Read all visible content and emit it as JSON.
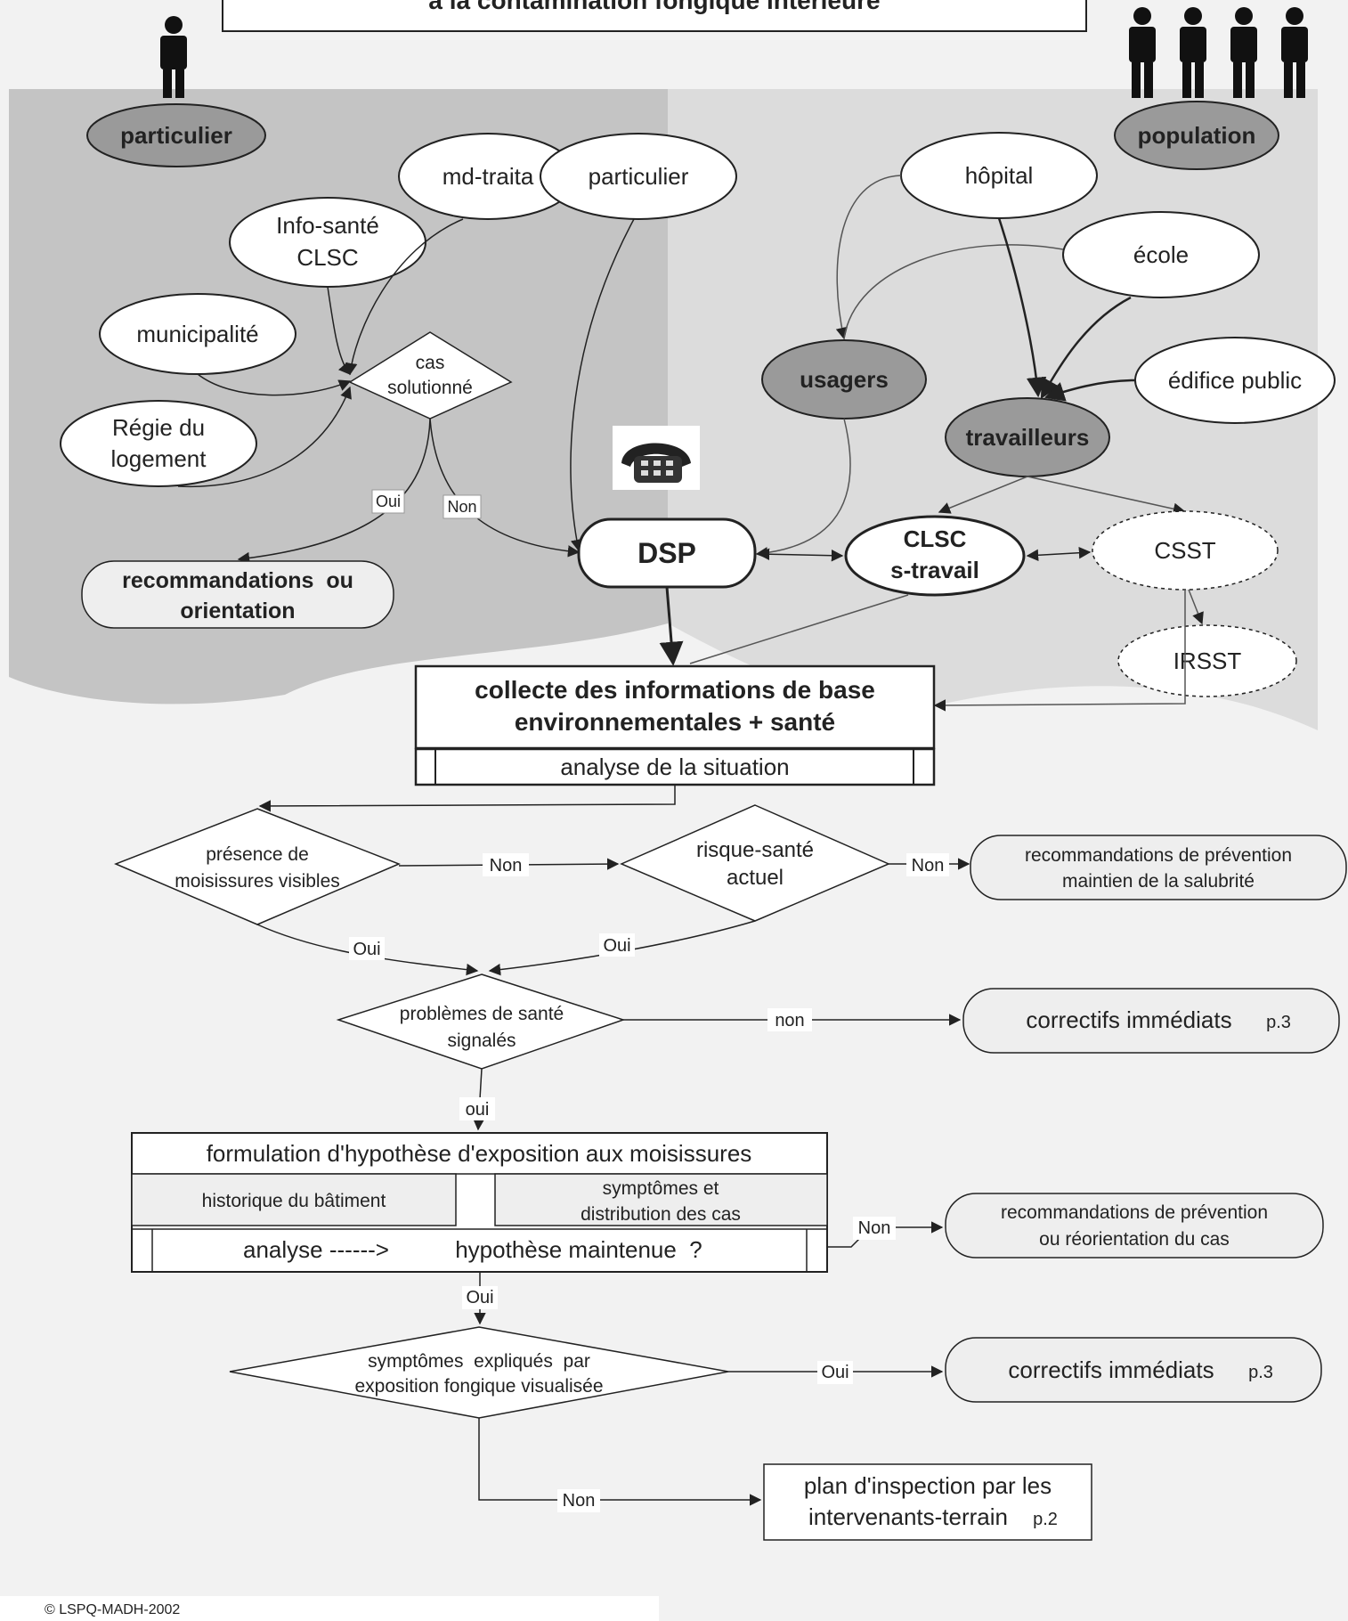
{
  "header": {
    "title_fragment": "à la contamination fongique intérieure"
  },
  "actors": {
    "individual": "particulier",
    "population": "population"
  },
  "sources_left": {
    "md_traitant": "md-traita",
    "particulier": "particulier",
    "info_sante_line1": "Info-santé",
    "info_sante_line2": "CLSC",
    "municipalite": "municipalité",
    "regie_line1": "Régie du",
    "regie_line2": "logement"
  },
  "decision_cas": {
    "line1": "cas",
    "line2": "solutionné"
  },
  "labels": {
    "oui": "Oui",
    "non": "Non",
    "non_lower": "non",
    "oui_lower": "oui"
  },
  "recommandations_orientation": {
    "line1": "recommandations  ou",
    "line2": "orientation"
  },
  "sources_right": {
    "hopital": "hôpital",
    "ecole": "école",
    "edifice_public": "édifice public",
    "usagers": "usagers",
    "travailleurs": "travailleurs"
  },
  "agencies": {
    "dsp": "DSP",
    "clsc_line1": "CLSC",
    "clsc_line2": "s-travail",
    "csst": "CSST",
    "irsst": "IRSST"
  },
  "collecte": {
    "line1": "collecte des informations de base",
    "line2": "environnementales + santé",
    "analyse": "analyse de la situation"
  },
  "decision_moisissures": {
    "line1": "présence de",
    "line2": "moisissures visibles"
  },
  "decision_risque": {
    "line1": "risque-santé",
    "line2": "actuel"
  },
  "reco_prevention_1": {
    "line1": "recommandations de prévention",
    "line2": "maintien de la salubrité"
  },
  "decision_problemes": {
    "line1": "problèmes de santé",
    "line2": "signalés"
  },
  "correctifs": {
    "label": "correctifs immédiats",
    "page": "p.3"
  },
  "hypothese": {
    "title": "formulation d'hypothèse d'exposition aux moisissures",
    "historique": "historique du bâtiment",
    "symptomes_line1": "symptômes et",
    "symptomes_line2": "distribution des cas",
    "analyse": "analyse ------>",
    "question": "hypothèse maintenue  ?"
  },
  "reco_prevention_2": {
    "line1": "recommandations de prévention",
    "line2": "ou réorientation du cas"
  },
  "decision_symptomes": {
    "line1": "symptômes  expliqués  par",
    "line2": "exposition fongique visualisée"
  },
  "plan_inspection": {
    "line1": "plan d'inspection par les",
    "line2": "intervenants-terrain",
    "page": "p.2"
  },
  "copyright": "© LSPQ-MADH-2002",
  "colors": {
    "background": "#f2f2f2",
    "zone_left": "#c4c4c4",
    "zone_right": "#dcdcdc",
    "dark_node": "#9a9a9a",
    "node_fill": "#ffffff",
    "stroke": "#222222"
  }
}
